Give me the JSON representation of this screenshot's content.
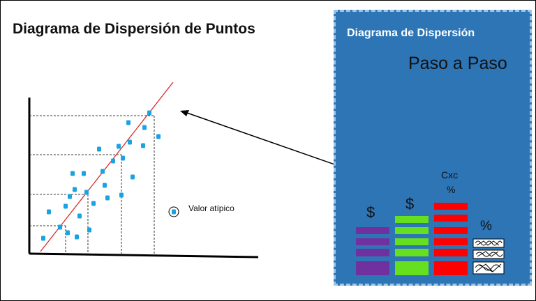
{
  "slide": {
    "title": "Diagrama de Dispersión de Puntos",
    "outlier_label": "Valor atípico"
  },
  "panel": {
    "title": "Diagrama de Dispersión",
    "subtitle": "Paso a Paso",
    "labels": {
      "dollar_1": "$",
      "dollar_2": "$",
      "cxc": "Cxc",
      "percent_1": "%",
      "percent_2": "%"
    }
  },
  "colors": {
    "point": "#1aa3e0",
    "trend": "#d62c2c",
    "panel": "#2e75b6",
    "purple": "#7030a0",
    "green": "#66e01e",
    "red": "#ff0000"
  },
  "icons": [
    "scribble-icon",
    "scribble-icon",
    "scribble-icon"
  ],
  "chart_data": {
    "type": "scatter",
    "title": "",
    "xlabel": "",
    "ylabel": "",
    "xlim": [
      0,
      330
    ],
    "ylim": [
      0,
      220
    ],
    "points": [
      {
        "x": 20,
        "y": 22
      },
      {
        "x": 28,
        "y": 60
      },
      {
        "x": 44,
        "y": 38
      },
      {
        "x": 52,
        "y": 68
      },
      {
        "x": 55,
        "y": 30
      },
      {
        "x": 58,
        "y": 82
      },
      {
        "x": 62,
        "y": 115
      },
      {
        "x": 65,
        "y": 92
      },
      {
        "x": 68,
        "y": 24
      },
      {
        "x": 72,
        "y": 54
      },
      {
        "x": 78,
        "y": 115
      },
      {
        "x": 82,
        "y": 88
      },
      {
        "x": 86,
        "y": 34
      },
      {
        "x": 92,
        "y": 72
      },
      {
        "x": 100,
        "y": 150
      },
      {
        "x": 105,
        "y": 118
      },
      {
        "x": 108,
        "y": 98
      },
      {
        "x": 112,
        "y": 80
      },
      {
        "x": 120,
        "y": 133
      },
      {
        "x": 128,
        "y": 154
      },
      {
        "x": 132,
        "y": 84
      },
      {
        "x": 134,
        "y": 137
      },
      {
        "x": 142,
        "y": 188
      },
      {
        "x": 144,
        "y": 160
      },
      {
        "x": 148,
        "y": 110
      },
      {
        "x": 163,
        "y": 155
      },
      {
        "x": 165,
        "y": 181
      },
      {
        "x": 172,
        "y": 202
      },
      {
        "x": 185,
        "y": 168
      }
    ],
    "outlier": {
      "x": 207,
      "y": 60
    },
    "trend_line": {
      "x": [
        16,
        206
      ],
      "y": [
        3,
        246
      ]
    },
    "guides": [
      {
        "x": 52,
        "y": 40
      },
      {
        "x": 84,
        "y": 85
      },
      {
        "x": 132,
        "y": 142
      },
      {
        "x": 179,
        "y": 198
      }
    ]
  }
}
